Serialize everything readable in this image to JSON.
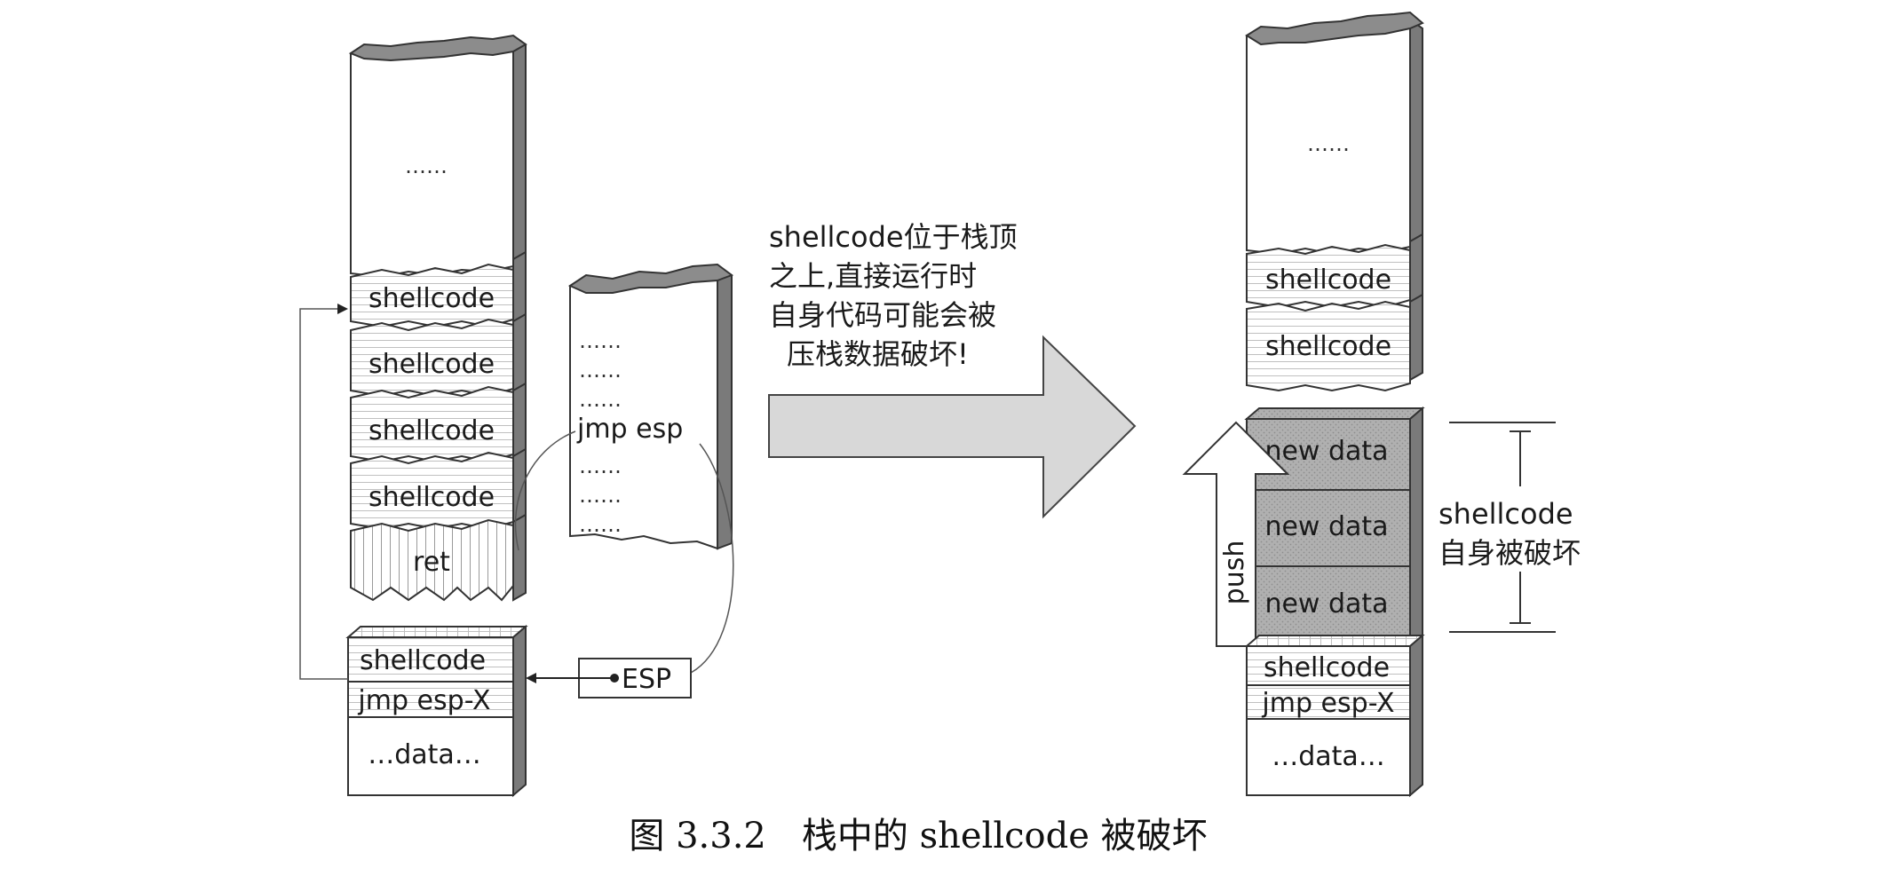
{
  "left_stack": {
    "top_dots": "……",
    "cells": [
      "shellcode",
      "shellcode",
      "shellcode",
      "shellcode"
    ],
    "ret": "ret"
  },
  "left_bottom": {
    "row1": "shellcode",
    "row2": "jmp esp-X",
    "row3": "…data…"
  },
  "code_column": {
    "dots_top": [
      "……",
      "……",
      "……"
    ],
    "instruction": "jmp esp",
    "dots_bottom": [
      "……",
      "……",
      "……"
    ]
  },
  "esp_box": "ESP",
  "arrow_note": [
    "shellcode位于栈顶",
    "之上,直接运行时",
    "自身代码可能会被",
    "压栈数据破坏!"
  ],
  "right_stack": {
    "top_dots": "……",
    "cells": [
      "shellcode",
      "shellcode"
    ]
  },
  "right_new": [
    "new data",
    "new data",
    "new data"
  ],
  "push_label": "push",
  "right_bottom": {
    "row1": "shellcode",
    "row2": "jmp esp-X",
    "row3": "…data…"
  },
  "brace_note": [
    "shellcode",
    "自身被破坏"
  ],
  "caption": "图 3.3.2　栈中的 shellcode 被破坏",
  "colors": {
    "side_shade": "#7a7a7a",
    "top_shade": "#8c8c8c",
    "arrow_fill": "#d8d8d8",
    "new_data_fill": "#b0b0b0"
  }
}
